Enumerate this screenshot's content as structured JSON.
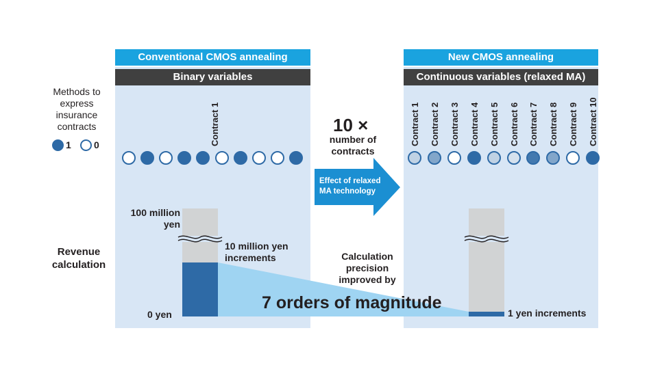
{
  "left_panel": {
    "title": "Conventional CMOS annealing",
    "subtitle": "Binary variables",
    "contract_label": "Contract 1",
    "dots": [
      0,
      1,
      0,
      1,
      1,
      0,
      1,
      0,
      0,
      1
    ],
    "scale_top_line1": "100 million",
    "scale_top_line2": "yen",
    "increment_line1": "10 million yen",
    "increment_line2": "increments",
    "scale_bottom": "0 yen"
  },
  "right_panel": {
    "title": "New CMOS annealing",
    "subtitle": "Continuous variables (relaxed MA)",
    "contracts": [
      "Contract 1",
      "Contract 2",
      "Contract 3",
      "Contract 4",
      "Contract 5",
      "Contract 6",
      "Contract 7",
      "Contract 8",
      "Contract 9",
      "Contract 10"
    ],
    "dot_fill_levels": [
      0.3,
      0.6,
      0.0,
      1.0,
      0.3,
      0.2,
      0.9,
      0.6,
      0.0,
      1.0
    ],
    "increment": "1 yen increments"
  },
  "legend": {
    "methods_line1": "Methods to",
    "methods_line2": "express",
    "methods_line3": "insurance",
    "methods_line4": "contracts",
    "filled_label": "1",
    "empty_label": "0"
  },
  "revenue": {
    "line1": "Revenue",
    "line2": "calculation"
  },
  "middle": {
    "multiplier": "10 ×",
    "contracts_line1": "number of",
    "contracts_line2": "contracts",
    "arrow_line1": "Effect of relaxed",
    "arrow_line2": "MA technology",
    "precision_line1": "Calculation",
    "precision_line2": "precision",
    "precision_line3": "improved by",
    "magnitude": "7 orders of magnitude"
  },
  "colors": {
    "panel_bg": "#d8e6f5",
    "header_blue": "#1aa3df",
    "header_dark": "#404040",
    "dot_blue": "#2e6aa6",
    "bar_gray": "#d1d3d4",
    "arrow_blue": "#1b8fd2",
    "wedge_blue": "#9fd4f2"
  }
}
